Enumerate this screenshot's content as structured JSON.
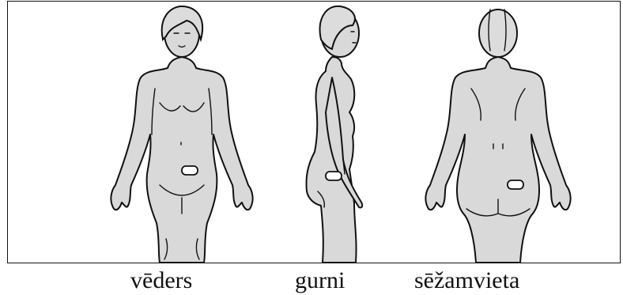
{
  "views": [
    {
      "caption": "vēders"
    },
    {
      "caption": "gurni"
    },
    {
      "caption": "sēžamvieta"
    }
  ]
}
